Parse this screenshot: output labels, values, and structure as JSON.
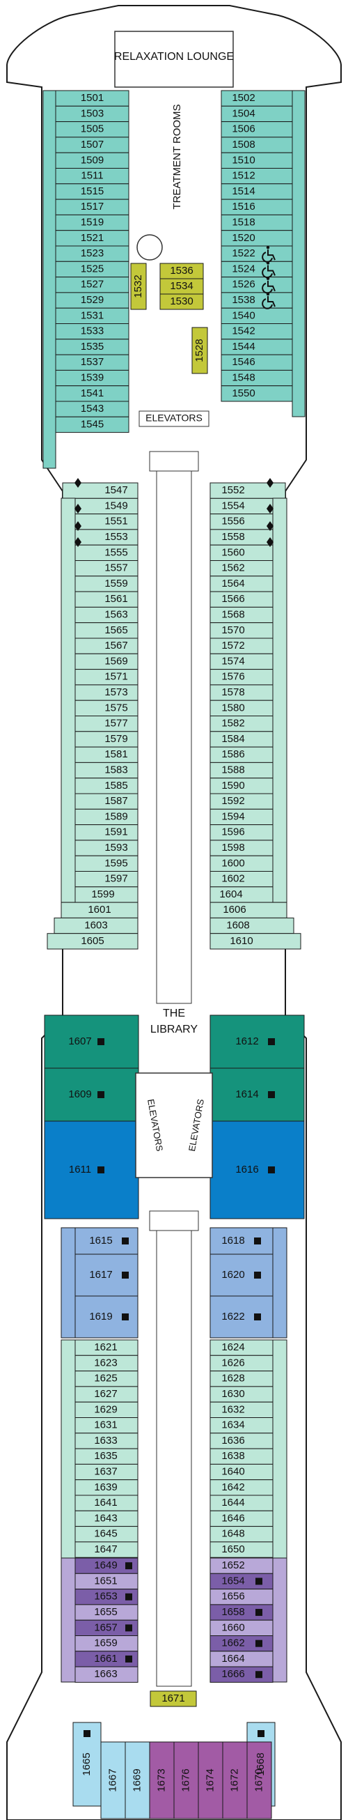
{
  "colors": {
    "teal": "#7fd1c5",
    "mint": "#bde7d8",
    "green": "#15937c",
    "blue": "#0a7fc9",
    "lightblue": "#8fb3e0",
    "lavender": "#b8a8d8",
    "purple": "#7b5ea8",
    "magenta": "#a25ba5",
    "skyblue": "#a9dcef",
    "olive": "#c3c83a",
    "white": "#ffffff"
  },
  "areas": {
    "relaxation_lounge": "RELAXATION LOUNGE",
    "treatment_rooms": "TREATMENT ROOMS",
    "elevators": "ELEVATORS",
    "library_line1": "THE",
    "library_line2": "LIBRARY"
  },
  "block_a": {
    "left": [
      "1501",
      "1503",
      "1505",
      "1507",
      "1509",
      "1511",
      "1515",
      "1517",
      "1519",
      "1521",
      "1523",
      "1525",
      "1527",
      "1529",
      "1531",
      "1533",
      "1535",
      "1537",
      "1539",
      "1541",
      "1543",
      "1545"
    ],
    "right": [
      "1502",
      "1504",
      "1506",
      "1508",
      "1510",
      "1512",
      "1514",
      "1516",
      "1518",
      "1520",
      "1522",
      "1524",
      "1526",
      "1538",
      "1540",
      "1542",
      "1544",
      "1546",
      "1548",
      "1550"
    ],
    "accessible": [
      "1522",
      "1524",
      "1526",
      "1538"
    ]
  },
  "block_b": {
    "left": [
      "1547",
      "1549",
      "1551",
      "1553",
      "1555",
      "1557",
      "1559",
      "1561",
      "1563",
      "1565",
      "1567",
      "1569",
      "1571",
      "1573",
      "1575",
      "1577",
      "1579",
      "1581",
      "1583",
      "1585",
      "1587",
      "1589",
      "1591",
      "1593",
      "1595",
      "1597",
      "1599",
      "1601",
      "1603",
      "1605"
    ],
    "right": [
      "1552",
      "1554",
      "1556",
      "1558",
      "1560",
      "1562",
      "1564",
      "1566",
      "1568",
      "1570",
      "1572",
      "1574",
      "1576",
      "1578",
      "1580",
      "1582",
      "1584",
      "1586",
      "1588",
      "1590",
      "1592",
      "1594",
      "1596",
      "1598",
      "1600",
      "1602",
      "1604",
      "1606",
      "1608",
      "1610"
    ]
  },
  "aqua": {
    "left": [
      "1607",
      "1609"
    ],
    "right": [
      "1612",
      "1614"
    ]
  },
  "blue_suites": {
    "left": "1611",
    "right": "1616"
  },
  "lightblue_suites": {
    "left": [
      "1615",
      "1617",
      "1619"
    ],
    "right": [
      "1618",
      "1620",
      "1622"
    ]
  },
  "block_c": {
    "left": [
      "1621",
      "1623",
      "1625",
      "1627",
      "1629",
      "1631",
      "1633",
      "1635",
      "1637",
      "1639",
      "1641",
      "1643",
      "1645",
      "1647"
    ],
    "right": [
      "1624",
      "1626",
      "1628",
      "1630",
      "1632",
      "1634",
      "1636",
      "1638",
      "1640",
      "1642",
      "1644",
      "1646",
      "1648",
      "1650"
    ]
  },
  "block_d": {
    "left": [
      "1649",
      "1651",
      "1653",
      "1655",
      "1657",
      "1659",
      "1661",
      "1663"
    ],
    "right": [
      "1652",
      "1654",
      "1656",
      "1658",
      "1660",
      "1662",
      "1664",
      "1666"
    ]
  },
  "inner_cabins": {
    "a": "1536",
    "b": "1534",
    "c": "1530",
    "vertical_left": "1532",
    "vertical_right": "1528",
    "aft": "1671"
  },
  "aft_cabins": {
    "outer_left": "1665",
    "outer_right": "1668",
    "row": [
      "1667",
      "1669",
      "1673",
      "1676",
      "1674",
      "1672",
      "1670"
    ]
  }
}
